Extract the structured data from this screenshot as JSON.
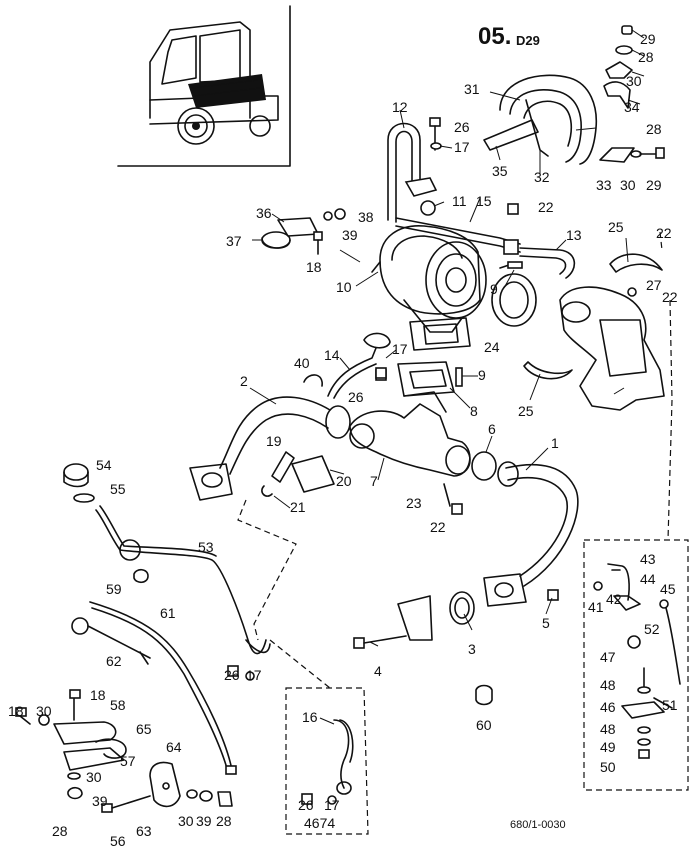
{
  "diagram": {
    "section_code": "05.",
    "section_suffix": "D29",
    "reference": "680/1-0030",
    "inset_code": "4674",
    "callouts": [
      {
        "id": "c1",
        "text": "1"
      },
      {
        "id": "c2",
        "text": "2"
      },
      {
        "id": "c3",
        "text": "3"
      },
      {
        "id": "c4",
        "text": "4"
      },
      {
        "id": "c5",
        "text": "5"
      },
      {
        "id": "c6",
        "text": "6"
      },
      {
        "id": "c7",
        "text": "7"
      },
      {
        "id": "c8",
        "text": "8"
      },
      {
        "id": "c9a",
        "text": "9"
      },
      {
        "id": "c9b",
        "text": "9"
      },
      {
        "id": "c10",
        "text": "10"
      },
      {
        "id": "c11",
        "text": "11"
      },
      {
        "id": "c12",
        "text": "12"
      },
      {
        "id": "c13",
        "text": "13"
      },
      {
        "id": "c14",
        "text": "14"
      },
      {
        "id": "c15",
        "text": "15"
      },
      {
        "id": "c16",
        "text": "16"
      },
      {
        "id": "c17a",
        "text": "17"
      },
      {
        "id": "c17b",
        "text": "17"
      },
      {
        "id": "c17c",
        "text": "17"
      },
      {
        "id": "c17d",
        "text": "17"
      },
      {
        "id": "c18a",
        "text": "18"
      },
      {
        "id": "c18b",
        "text": "18"
      },
      {
        "id": "c18c",
        "text": "18"
      },
      {
        "id": "c19",
        "text": "19"
      },
      {
        "id": "c20",
        "text": "20"
      },
      {
        "id": "c21",
        "text": "21"
      },
      {
        "id": "c22a",
        "text": "22"
      },
      {
        "id": "c22b",
        "text": "22"
      },
      {
        "id": "c22c",
        "text": "22"
      },
      {
        "id": "c22d",
        "text": "22"
      },
      {
        "id": "c23",
        "text": "23"
      },
      {
        "id": "c24",
        "text": "24"
      },
      {
        "id": "c25a",
        "text": "25"
      },
      {
        "id": "c25b",
        "text": "25"
      },
      {
        "id": "c26a",
        "text": "26"
      },
      {
        "id": "c26b",
        "text": "26"
      },
      {
        "id": "c26c",
        "text": "26"
      },
      {
        "id": "c26d",
        "text": "26"
      },
      {
        "id": "c27",
        "text": "27"
      },
      {
        "id": "c28a",
        "text": "28"
      },
      {
        "id": "c28b",
        "text": "28"
      },
      {
        "id": "c28c",
        "text": "28"
      },
      {
        "id": "c28d",
        "text": "28"
      },
      {
        "id": "c29a",
        "text": "29"
      },
      {
        "id": "c29b",
        "text": "29"
      },
      {
        "id": "c30a",
        "text": "30"
      },
      {
        "id": "c30b",
        "text": "30"
      },
      {
        "id": "c30c",
        "text": "30"
      },
      {
        "id": "c30d",
        "text": "30"
      },
      {
        "id": "c30e",
        "text": "30"
      },
      {
        "id": "c31",
        "text": "31"
      },
      {
        "id": "c32",
        "text": "32"
      },
      {
        "id": "c33",
        "text": "33"
      },
      {
        "id": "c34",
        "text": "34"
      },
      {
        "id": "c35",
        "text": "35"
      },
      {
        "id": "c36",
        "text": "36"
      },
      {
        "id": "c37",
        "text": "37"
      },
      {
        "id": "c38",
        "text": "38"
      },
      {
        "id": "c39a",
        "text": "39"
      },
      {
        "id": "c39b",
        "text": "39"
      },
      {
        "id": "c39c",
        "text": "39"
      },
      {
        "id": "c40",
        "text": "40"
      },
      {
        "id": "c41",
        "text": "41"
      },
      {
        "id": "c42",
        "text": "42"
      },
      {
        "id": "c43",
        "text": "43"
      },
      {
        "id": "c44",
        "text": "44"
      },
      {
        "id": "c45",
        "text": "45"
      },
      {
        "id": "c46",
        "text": "46"
      },
      {
        "id": "c47",
        "text": "47"
      },
      {
        "id": "c48a",
        "text": "48"
      },
      {
        "id": "c48b",
        "text": "48"
      },
      {
        "id": "c49",
        "text": "49"
      },
      {
        "id": "c50",
        "text": "50"
      },
      {
        "id": "c51",
        "text": "51"
      },
      {
        "id": "c52",
        "text": "52"
      },
      {
        "id": "c53",
        "text": "53"
      },
      {
        "id": "c54",
        "text": "54"
      },
      {
        "id": "c55",
        "text": "55"
      },
      {
        "id": "c56",
        "text": "56"
      },
      {
        "id": "c57",
        "text": "57"
      },
      {
        "id": "c58",
        "text": "58"
      },
      {
        "id": "c59",
        "text": "59"
      },
      {
        "id": "c60",
        "text": "60"
      },
      {
        "id": "c61",
        "text": "61"
      },
      {
        "id": "c62",
        "text": "62"
      },
      {
        "id": "c63",
        "text": "63"
      },
      {
        "id": "c64",
        "text": "64"
      },
      {
        "id": "c65",
        "text": "65"
      }
    ]
  }
}
